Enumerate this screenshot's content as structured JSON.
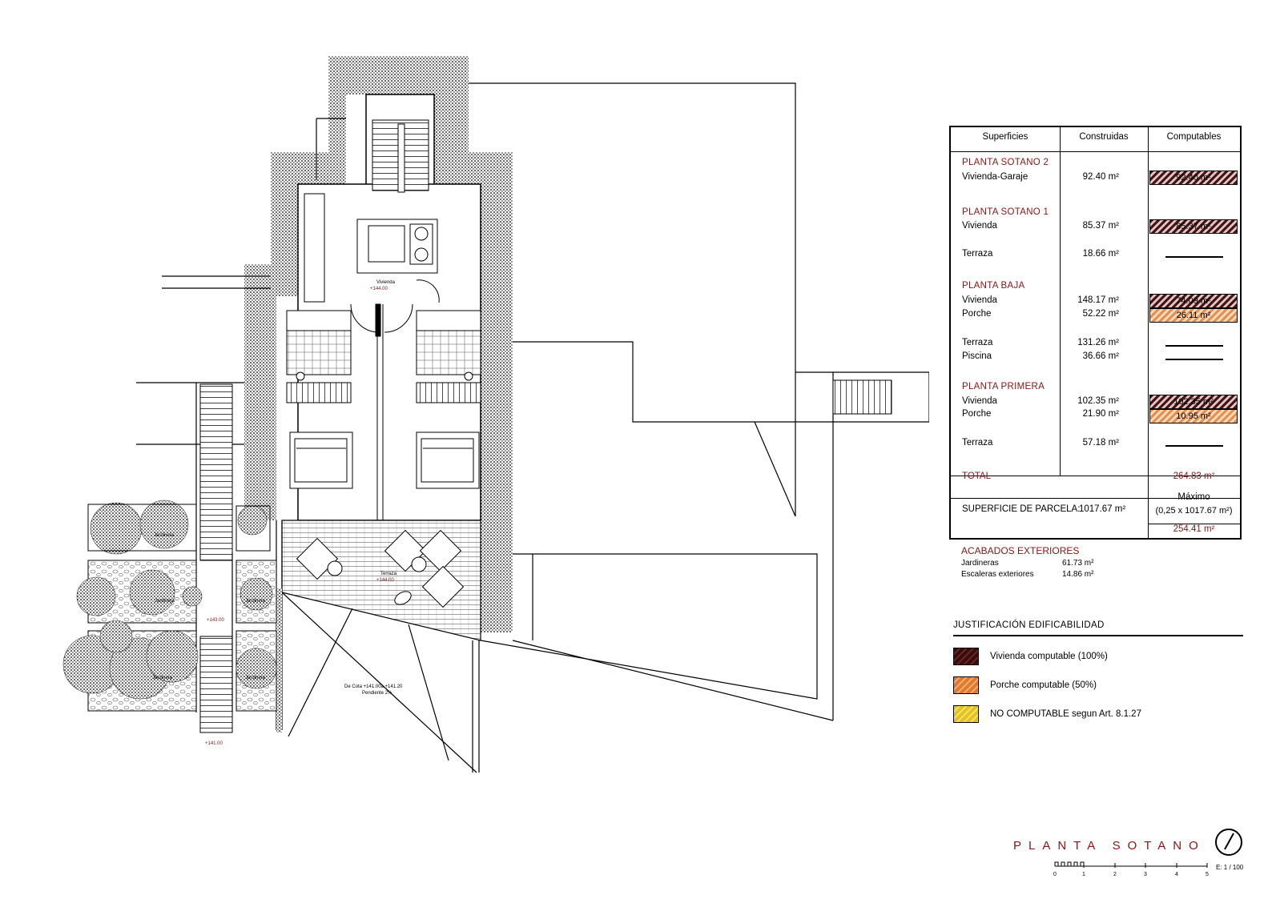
{
  "plan": {
    "labels": {
      "vivienda": "Vivienda",
      "vivienda_level": "+144.00",
      "terraza": "Terraza",
      "terraza_level": "+144.00",
      "jardinera": "Jardinera",
      "level_143": "+143.00",
      "level_141": "+141.00",
      "cota_note": "De Cota +141.00a +141.20",
      "pendiente_note": "Pendiente 2%"
    }
  },
  "table": {
    "headers": [
      "Superficies",
      "Construidas",
      "Computables"
    ],
    "sections": [
      {
        "title": "PLANTA SOTANO 2",
        "rows": [
          {
            "name": "Vivienda-Garaje",
            "construida": "92.40 m²",
            "computable": "92.40 m²",
            "type": "vivienda"
          }
        ]
      },
      {
        "title": "PLANTA SOTANO 1",
        "rows": [
          {
            "name": "Vivienda",
            "construida": "85.37 m²",
            "computable": "85.37 m²",
            "type": "vivienda"
          },
          {
            "name": "Terraza",
            "construida": "18.66 m²",
            "computable": "",
            "type": "none"
          }
        ]
      },
      {
        "title": "PLANTA BAJA",
        "rows": [
          {
            "name": "Vivienda",
            "construida": "148.17 m²",
            "computable": "74.09 m²",
            "type": "vivienda"
          },
          {
            "name": "Porche",
            "construida": "52.22 m²",
            "computable": "26.11 m²",
            "type": "porche"
          },
          {
            "name": "Terraza",
            "construida": "131.26 m²",
            "computable": "",
            "type": "none"
          },
          {
            "name": "Piscina",
            "construida": "36.66 m²",
            "computable": "",
            "type": "none"
          }
        ]
      },
      {
        "title": "PLANTA PRIMERA",
        "rows": [
          {
            "name": "Vivienda",
            "construida": "102.35 m²",
            "computable": "102.35 m²",
            "type": "vivienda"
          },
          {
            "name": "Porche",
            "construida": "21.90 m²",
            "computable": "10.95 m²",
            "type": "porche"
          },
          {
            "name": "Terraza",
            "construida": "57.18 m²",
            "computable": "",
            "type": "none"
          }
        ]
      }
    ],
    "total_label": "TOTAL",
    "total_value": "264.83 m²",
    "parcela_label": "SUPERFICIE DE PARCELA:",
    "parcela_value": "1017.67 m²",
    "maximo_label": "Máximo",
    "maximo_formula": "(0,25 x 1017.67 m²)",
    "maximo_value": "254.41 m²"
  },
  "acabados": {
    "title": "ACABADOS EXTERIORES",
    "rows": [
      {
        "name": "Jardineras",
        "value": "61.73 m²"
      },
      {
        "name": "Escaleras exteriores",
        "value": "14.86 m²"
      }
    ]
  },
  "justificacion": {
    "title": "JUSTIFICACIÓN EDIFICABILIDAD",
    "legend": [
      {
        "label": "Vivienda computable (100%)",
        "color": "#3a0c0c"
      },
      {
        "label": "Porche computable (50%)",
        "color": "#e07a2f"
      },
      {
        "label": "NO COMPUTABLE segun Art. 8.1.27",
        "color": "#e6c21f"
      }
    ]
  },
  "title_block": {
    "sheet_title": "PLANTA SOTANO 1",
    "scale": "E: 1 / 100",
    "scale_ticks": [
      "0",
      "1",
      "2",
      "3",
      "4",
      "5"
    ]
  }
}
